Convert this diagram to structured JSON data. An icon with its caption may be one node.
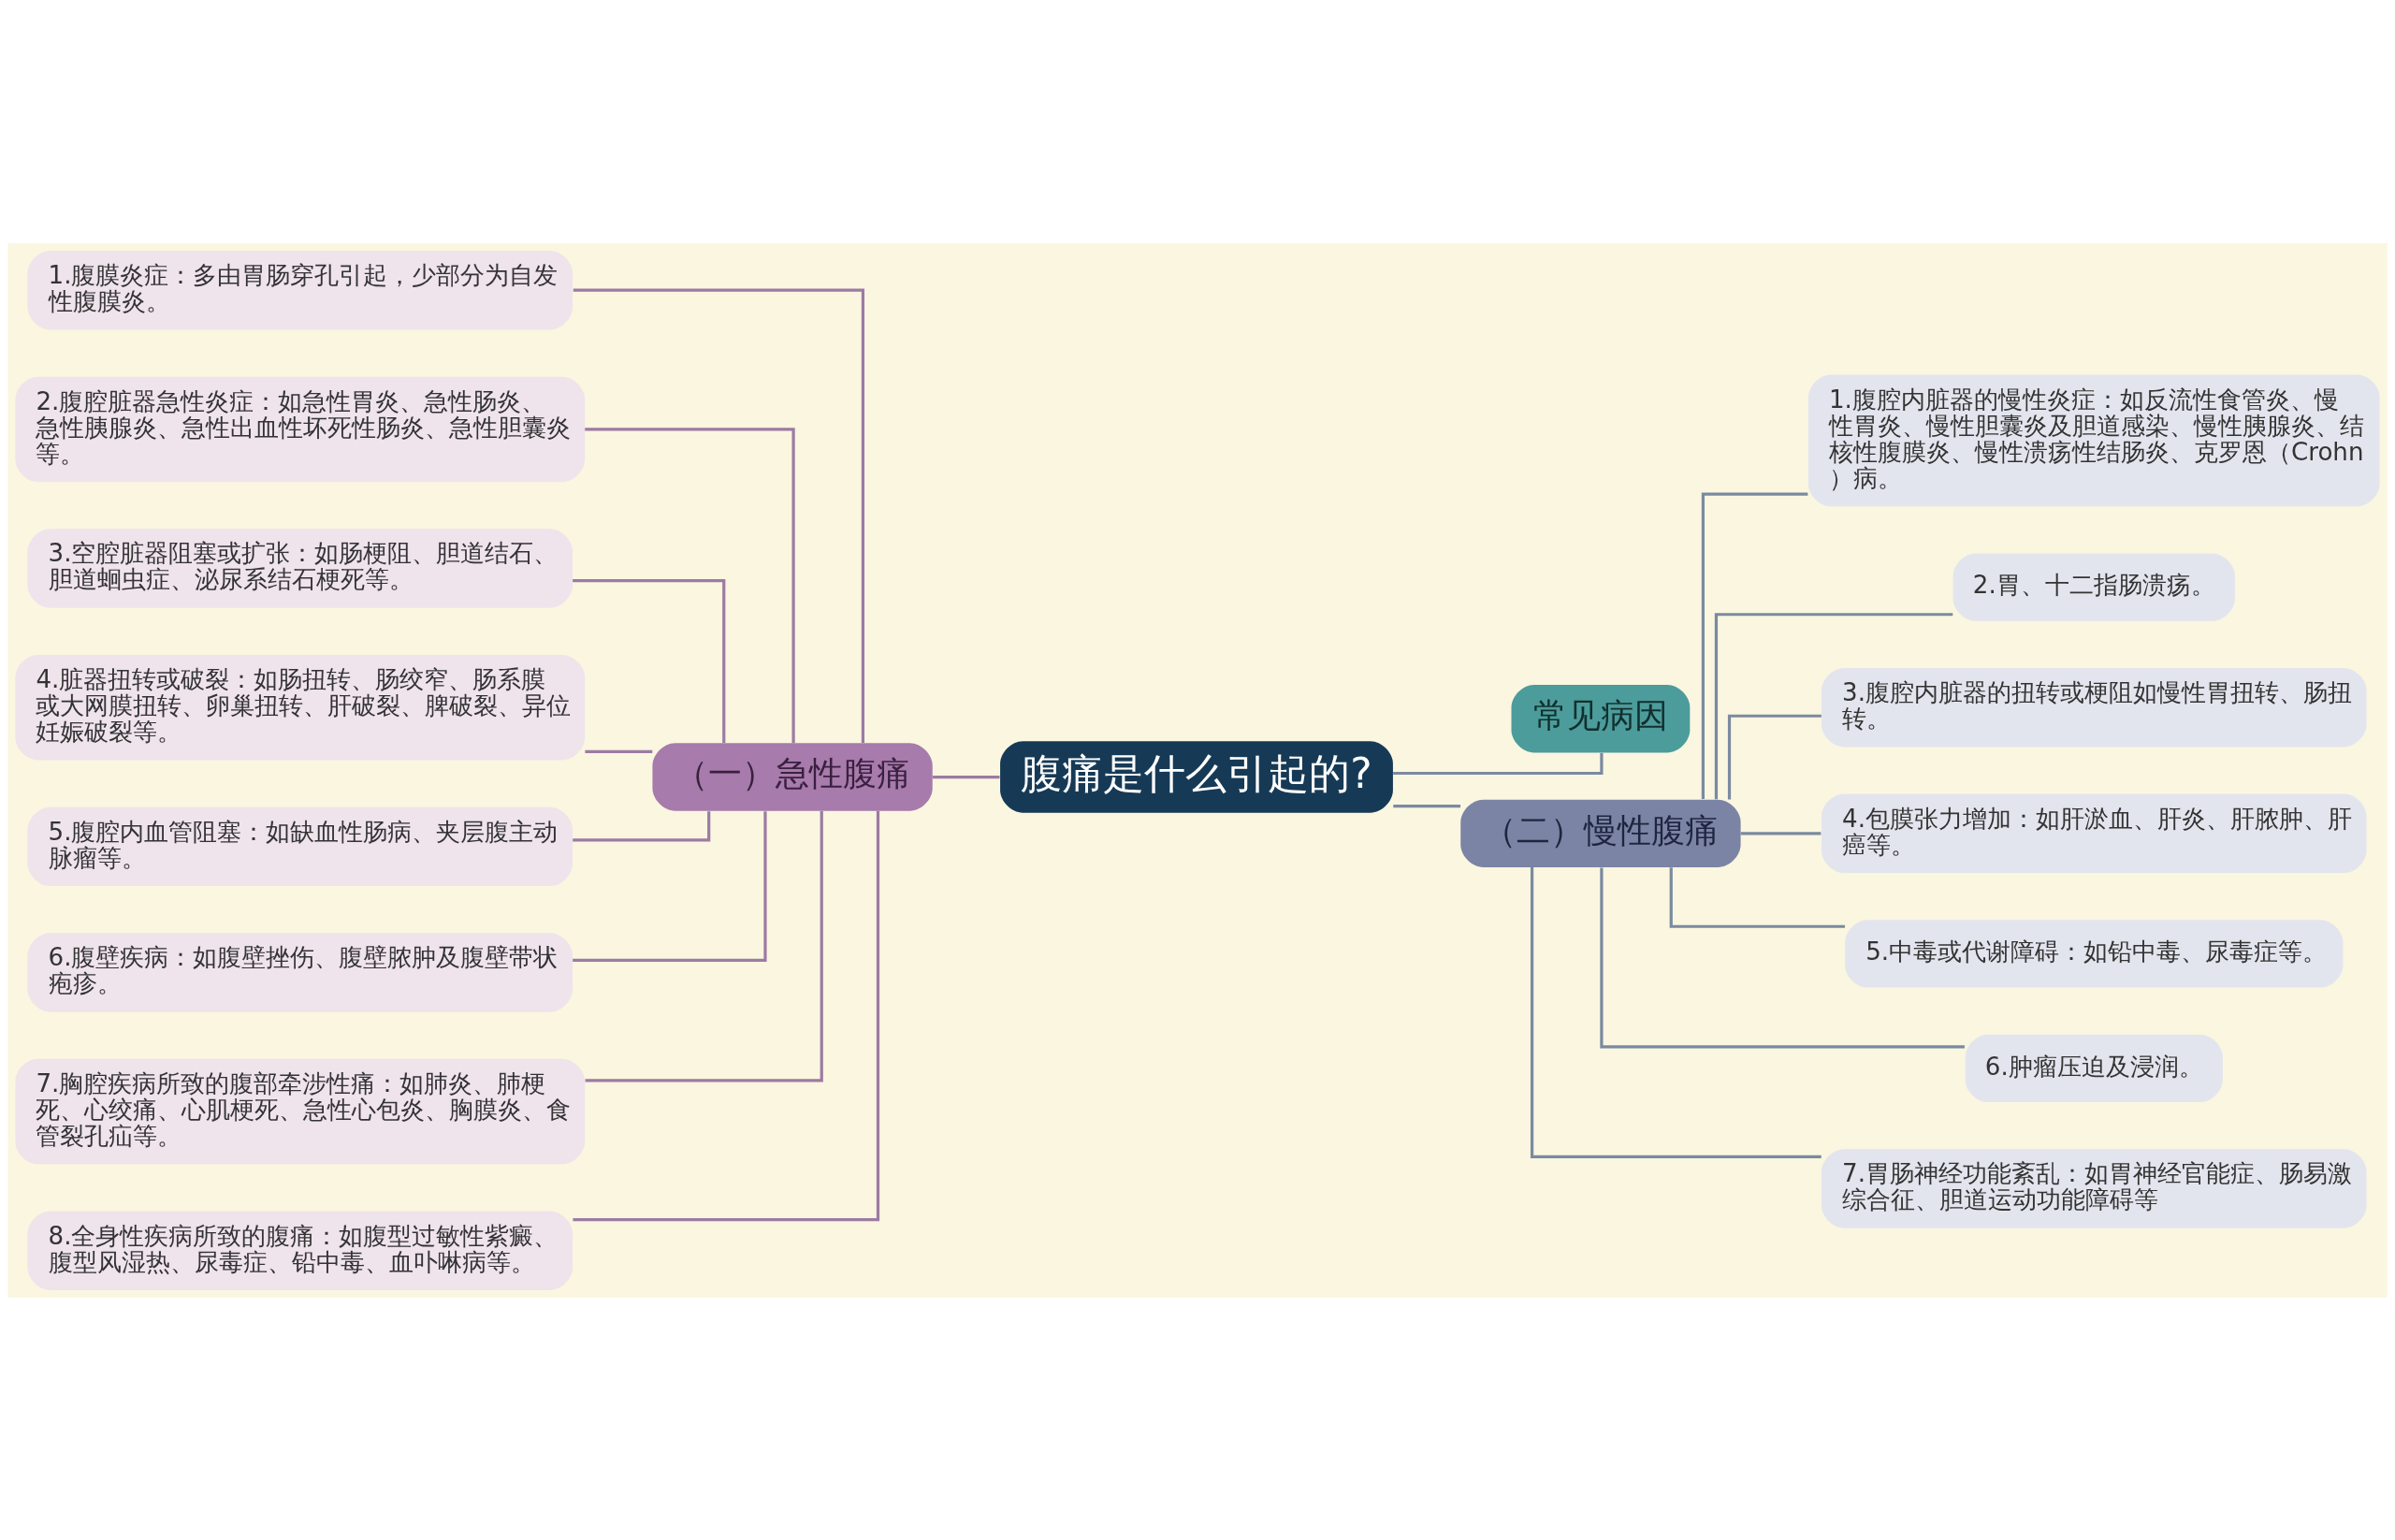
{
  "diagram": {
    "nodes": [
      {
        "text": [
          "腹痛是什么引起的?"
        ]
      },
      {
        "text": [
          "（一）急性腹痛"
        ]
      },
      {
        "text": [
          "1.腹膜炎症：多由胃肠穿孔引起，少部分为自发性腹膜炎。"
        ]
      },
      {
        "text": [
          "2.腹腔脏器急性炎症：如急性胃炎、急性肠炎、急性胰腺炎、急性出血性坏死性肠炎、急性胆囊炎等。"
        ]
      },
      {
        "text": [
          "3.空腔脏器阻塞或扩张：如肠梗阻、胆道结石、胆道蛔虫症、泌尿系结石梗死等。"
        ]
      },
      {
        "text": [
          "4.脏器扭转或破裂：如肠扭转、肠绞窄、肠系膜或大网膜扭转、卵巢扭转、肝破裂、脾破裂、异位妊娠破裂等。"
        ]
      },
      {
        "text": [
          "5.腹腔内血管阻塞：如缺血性肠病、夹层腹主动脉瘤等。"
        ]
      },
      {
        "text": [
          "6.腹壁疾病：如腹壁挫伤、腹壁脓肿及腹壁带状疱疹。"
        ]
      },
      {
        "text": [
          "7.胸腔疾病所致的腹部牵涉性痛：如肺炎、肺梗死、心绞痛、心肌梗死、急性心包炎、胸膜炎、食管裂孔疝等。"
        ]
      },
      {
        "text": [
          "8.全身性疾病所致的腹痛：如腹型过敏性紫癜、腹型风湿热、尿毒症、铅中毒、血卟啉病等。"
        ]
      },
      {
        "text": [
          "常见病因"
        ]
      },
      {
        "text": [
          "（二）慢性腹痛"
        ]
      },
      {
        "text": [
          "1.腹腔内脏器的慢性炎症：如反流性食管炎、慢性胃炎、慢性胆囊炎及胆道感染、慢性胰腺炎、结核性腹膜炎、慢性溃疡性结肠炎、克罗恩（Crohn）病。"
        ]
      },
      {
        "text": [
          "2.胃、十二指肠溃疡。"
        ]
      },
      {
        "text": [
          "3.腹腔内脏器的扭转或梗阻如慢性胃扭转、肠扭转。"
        ]
      },
      {
        "text": [
          "4.包膜张力增加：如肝淤血、肝炎、肝脓肿、肝癌等。"
        ]
      },
      {
        "text": [
          "5.中毒或代谢障碍：如铅中毒、尿毒症等。"
        ]
      },
      {
        "text": [
          "6.肿瘤压迫及浸润。"
        ]
      },
      {
        "text": [
          "7.胃肠神经功能紊乱：如胃神经官能症、肠易激综合征、胆道运动功能障碍等"
        ]
      }
    ],
    "edges": [
      {
        "from": 0,
        "to": 1,
        "arrow": "none",
        "color": "#9c7ba3"
      },
      {
        "from": 1,
        "to": 2,
        "arrow": "none",
        "color": "#9c7ba3"
      },
      {
        "from": 1,
        "to": 3,
        "arrow": "none",
        "color": "#9c7ba3"
      },
      {
        "from": 1,
        "to": 4,
        "arrow": "none",
        "color": "#9c7ba3"
      },
      {
        "from": 1,
        "to": 5,
        "arrow": "none",
        "color": "#9c7ba3"
      },
      {
        "from": 1,
        "to": 6,
        "arrow": "none",
        "color": "#9c7ba3"
      },
      {
        "from": 1,
        "to": 7,
        "arrow": "none",
        "color": "#9c7ba3"
      },
      {
        "from": 1,
        "to": 8,
        "arrow": "none",
        "color": "#9c7ba3"
      },
      {
        "from": 1,
        "to": 9,
        "arrow": "none",
        "color": "#9c7ba3"
      },
      {
        "from": 0,
        "to": 10,
        "arrow": "none"
      },
      {
        "from": 0,
        "to": 11,
        "arrow": "none"
      },
      {
        "from": 11,
        "to": 12,
        "arrow": "none"
      },
      {
        "from": 11,
        "to": 13,
        "arrow": "none"
      },
      {
        "from": 11,
        "to": 14,
        "arrow": "none"
      },
      {
        "from": 11,
        "to": 15,
        "arrow": "none"
      },
      {
        "from": 11,
        "to": 16,
        "arrow": "none"
      },
      {
        "from": 11,
        "to": 17,
        "arrow": "none"
      },
      {
        "from": 11,
        "to": 18,
        "arrow": "none"
      }
    ]
  }
}
